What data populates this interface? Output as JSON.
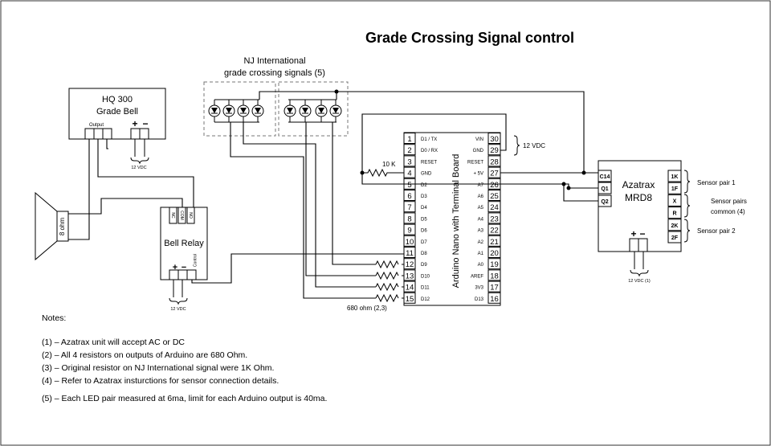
{
  "title": "Grade Crossing Signal control",
  "bell": {
    "line1": "HQ 300",
    "line2": "Grade Bell",
    "output_label": "Output",
    "plus": "+",
    "minus": "−",
    "supply": "12 VDC"
  },
  "speaker": {
    "label": "8 ohm"
  },
  "relay": {
    "title": "Bell Relay",
    "pins": [
      "NC",
      "COM",
      "NO"
    ],
    "control": "Control",
    "plus": "+",
    "minus": "−",
    "supply": "12 VDC"
  },
  "signals": {
    "line1": "NJ International",
    "line2": "grade crossing signals (5)"
  },
  "pullup": "10 K",
  "resistor_label": "680 ohm (2,3)",
  "arduino": {
    "name": "Arduino Nano with Terminal Board",
    "left": [
      {
        "num": "1",
        "label": "D1 / TX"
      },
      {
        "num": "2",
        "label": "D0 / RX"
      },
      {
        "num": "3",
        "label": "RESET"
      },
      {
        "num": "4",
        "label": "GND"
      },
      {
        "num": "5",
        "label": "D2"
      },
      {
        "num": "6",
        "label": "D3"
      },
      {
        "num": "7",
        "label": "D4"
      },
      {
        "num": "8",
        "label": "D5"
      },
      {
        "num": "9",
        "label": "D6"
      },
      {
        "num": "10",
        "label": "D7"
      },
      {
        "num": "11",
        "label": "D8"
      },
      {
        "num": "12",
        "label": "D9"
      },
      {
        "num": "13",
        "label": "D10"
      },
      {
        "num": "14",
        "label": "D11"
      },
      {
        "num": "15",
        "label": "D12"
      }
    ],
    "right": [
      {
        "num": "30",
        "label": "VIN"
      },
      {
        "num": "29",
        "label": "GND"
      },
      {
        "num": "28",
        "label": "RESET"
      },
      {
        "num": "27",
        "label": "+ 5V"
      },
      {
        "num": "26",
        "label": "A7"
      },
      {
        "num": "25",
        "label": "A6"
      },
      {
        "num": "24",
        "label": "A5"
      },
      {
        "num": "23",
        "label": "A4"
      },
      {
        "num": "22",
        "label": "A3"
      },
      {
        "num": "21",
        "label": "A2"
      },
      {
        "num": "20",
        "label": "A1"
      },
      {
        "num": "19",
        "label": "A0"
      },
      {
        "num": "18",
        "label": "AREF"
      },
      {
        "num": "17",
        "label": "3V3"
      },
      {
        "num": "16",
        "label": "D13"
      }
    ],
    "supply": "12 VDC"
  },
  "azatrax": {
    "line1": "Azatrax",
    "line2": "MRD8",
    "left_pins": [
      "C14",
      "Q1",
      "Q2"
    ],
    "right_pins": [
      "1K",
      "1F",
      "X",
      "R",
      "2K",
      "2F"
    ],
    "plus": "+",
    "minus": "−",
    "supply": "12 VDC (1)",
    "sensor1": "Sensor pair 1",
    "common1": "Sensor pairs",
    "common2": "common (4)",
    "sensor2": "Sensor pair 2"
  },
  "notes": {
    "header": "Notes:",
    "items": [
      "(1) – Azatrax unit will accept AC or DC",
      "(2) – All 4 resistors on outputs of Arduino are 680 Ohm.",
      "(3) – Original resistor on NJ International signal were 1K Ohm.",
      "(4) – Refer to Azatrax insturctions for sensor connection details.",
      "(5) – Each LED pair measured at 6ma, limit for each Arduino output is 40ma."
    ]
  }
}
